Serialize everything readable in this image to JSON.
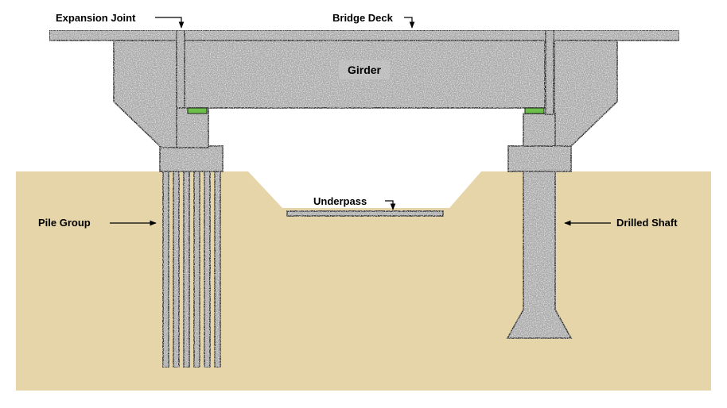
{
  "labels": {
    "expansion_joint": "Expansion Joint",
    "bridge_deck": "Bridge Deck",
    "girder": "Girder",
    "underpass": "Underpass",
    "pile_group": "Pile Group",
    "drilled_shaft": "Drilled Shaft"
  },
  "colors": {
    "soil": "#e6d5a8",
    "concrete_base": "#a9a9a9",
    "bearing_pad": "#6cc04a",
    "outline": "#1f1f1f",
    "text": "#000000"
  }
}
